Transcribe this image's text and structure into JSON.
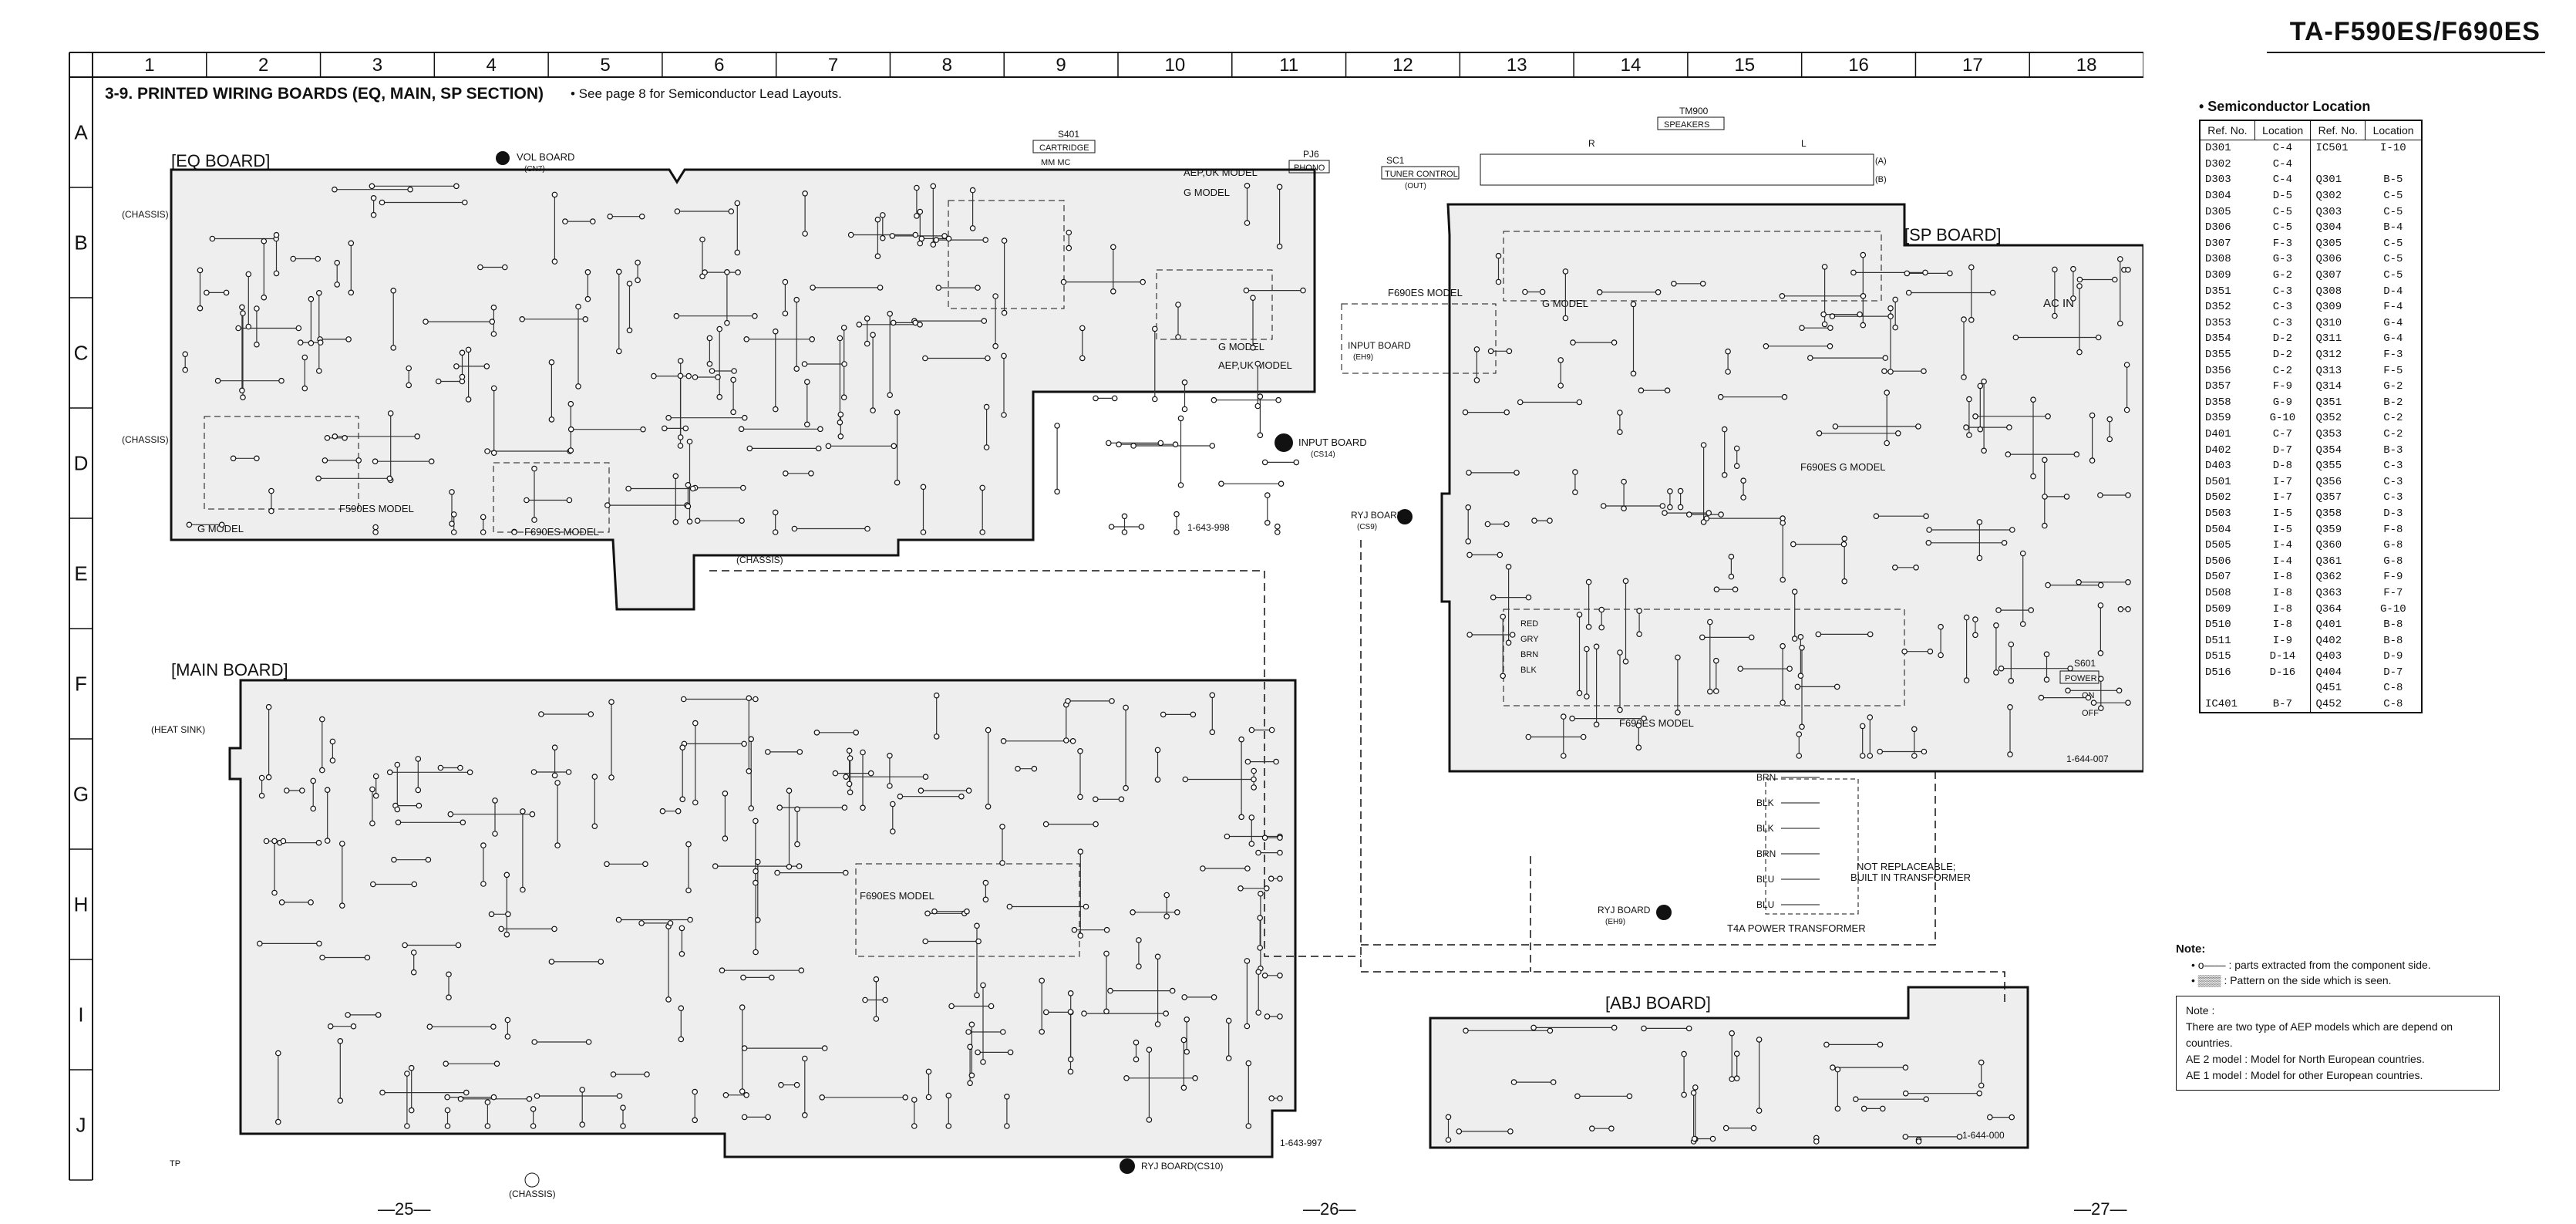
{
  "header": {
    "model_title": "TA-F590ES/F690ES",
    "section_title": "3-9.  PRINTED  WIRING BOARDS (EQ, MAIN, SP  SECTION)",
    "section_note": "•  See page 8 for Semiconductor Lead Layouts."
  },
  "grid": {
    "columns": [
      "1",
      "2",
      "3",
      "4",
      "5",
      "6",
      "7",
      "8",
      "9",
      "10",
      "11",
      "12",
      "13",
      "14",
      "15",
      "16",
      "17",
      "18"
    ],
    "rows": [
      "A",
      "B",
      "C",
      "D",
      "E",
      "F",
      "G",
      "H",
      "I",
      "J"
    ]
  },
  "boards": {
    "eq": "[EQ BOARD]",
    "main": "[MAIN BOARD]",
    "sp": "[SP BOARD]",
    "abj": "[ABJ BOARD]"
  },
  "labels": {
    "vol_board": "VOL BOARD",
    "vol_board_sub": "(CN7)",
    "cartridge_ref": "S401",
    "cartridge": "CARTRIDGE",
    "cartridge_mm_mc": "MM     MC",
    "phono_ref": "PJ6",
    "phono": "PHONO",
    "tuner_ref": "SC1",
    "tuner": "TUNER CONTROL",
    "tuner_sub": "(OUT)",
    "speakers_ref": "TM900",
    "speakers": "SPEAKERS",
    "spk_r": "R",
    "spk_l": "L",
    "spk_a": "(A)",
    "spk_b": "(B)",
    "aep_uk_model": "AEP,UK MODEL",
    "g_model": "G MODEL",
    "aep_uk_model2": "AEP,UK MODEL",
    "g_model2": "G MODEL",
    "input_board_d": "INPUT BOARD",
    "input_board_d_sub": "(CS14)",
    "input_board_sp": "INPUT BOARD",
    "input_board_sp_sub": "(EH9)",
    "f690es_model": "F690ES MODEL",
    "f590es_model_eq": "F590ES MODEL",
    "f690es_model_eq": "F690ES MODEL",
    "g_model_eq": "G MODEL",
    "chassis_eq1": "(CHASSIS)",
    "chassis_eq2": "(CHASSIS)",
    "chassis_mid": "(CHASSIS)",
    "chassis_bottom": "(CHASSIS)",
    "heat_sink": "(HEAT SINK)",
    "ryj_board_sp": "RYJ BOARD",
    "ryj_board_sp_sub": "(CS9)",
    "ryj_board_main": "RYJ BOARD",
    "ryj_board_main_sub": "(EH9)",
    "ryj_board_bottom": "RYJ BOARD(CS10)",
    "ac_in": "AC IN",
    "power_ref": "S601",
    "power": "POWER",
    "power_on": "ON",
    "power_off": "OFF",
    "f690es_g_model": "F690ES G MODEL",
    "f690es_model_sp": "F690ES MODEL",
    "f690es_model_main": "F690ES MODEL",
    "g_model_sp": "G MODEL",
    "not_replaceable": "NOT REPLACEABLE;",
    "built_in_transformer": "BUILT IN TRANSFORMER",
    "t4a": "T4A  POWER TRANSFORMER",
    "part_eq": "1-643-998",
    "part_main": "1-643-997",
    "part_sp": "1-644-007",
    "part_abj": "1-644-000",
    "tp": "TP"
  },
  "wire_colors": [
    "BRN",
    "BLK",
    "BLK",
    "BRN",
    "BLU",
    "BLU"
  ],
  "vh2_colors": [
    "RED",
    "GRY",
    "BRN",
    "BLK"
  ],
  "semiconductor_location": {
    "title": "•  Semiconductor Location",
    "headers": [
      "Ref. No.",
      "Location",
      "Ref. No.",
      "Location"
    ],
    "rows": [
      [
        "D301",
        "C-4",
        "IC501",
        "I-10"
      ],
      [
        "D302",
        "C-4",
        "",
        ""
      ],
      [
        "D303",
        "C-4",
        "Q301",
        "B-5"
      ],
      [
        "D304",
        "D-5",
        "Q302",
        "C-5"
      ],
      [
        "D305",
        "C-5",
        "Q303",
        "C-5"
      ],
      [
        "D306",
        "C-5",
        "Q304",
        "B-4"
      ],
      [
        "D307",
        "F-3",
        "Q305",
        "C-5"
      ],
      [
        "D308",
        "G-3",
        "Q306",
        "C-5"
      ],
      [
        "D309",
        "G-2",
        "Q307",
        "C-5"
      ],
      [
        "D351",
        "C-3",
        "Q308",
        "D-4"
      ],
      [
        "D352",
        "C-3",
        "Q309",
        "F-4"
      ],
      [
        "D353",
        "C-3",
        "Q310",
        "G-4"
      ],
      [
        "D354",
        "D-2",
        "Q311",
        "G-4"
      ],
      [
        "D355",
        "D-2",
        "Q312",
        "F-3"
      ],
      [
        "D356",
        "C-2",
        "Q313",
        "F-5"
      ],
      [
        "D357",
        "F-9",
        "Q314",
        "G-2"
      ],
      [
        "D358",
        "G-9",
        "Q351",
        "B-2"
      ],
      [
        "D359",
        "G-10",
        "Q352",
        "C-2"
      ],
      [
        "D401",
        "C-7",
        "Q353",
        "C-2"
      ],
      [
        "D402",
        "D-7",
        "Q354",
        "B-3"
      ],
      [
        "D403",
        "D-8",
        "Q355",
        "C-3"
      ],
      [
        "D501",
        "I-7",
        "Q356",
        "C-3"
      ],
      [
        "D502",
        "I-7",
        "Q357",
        "C-3"
      ],
      [
        "D503",
        "I-5",
        "Q358",
        "D-3"
      ],
      [
        "D504",
        "I-5",
        "Q359",
        "F-8"
      ],
      [
        "D505",
        "I-4",
        "Q360",
        "G-8"
      ],
      [
        "D506",
        "I-4",
        "Q361",
        "G-8"
      ],
      [
        "D507",
        "I-8",
        "Q362",
        "F-9"
      ],
      [
        "D508",
        "I-8",
        "Q363",
        "F-7"
      ],
      [
        "D509",
        "I-8",
        "Q364",
        "G-10"
      ],
      [
        "D510",
        "I-8",
        "Q401",
        "B-8"
      ],
      [
        "D511",
        "I-9",
        "Q402",
        "B-8"
      ],
      [
        "D515",
        "D-14",
        "Q403",
        "D-9"
      ],
      [
        "D516",
        "D-16",
        "Q404",
        "D-7"
      ],
      [
        "",
        "",
        "Q451",
        "C-8"
      ],
      [
        "IC401",
        "B-7",
        "Q452",
        "C-8"
      ]
    ]
  },
  "notes": {
    "heading": "Note:",
    "line1": "•  o—— : parts extracted from the component side.",
    "line2": "•  ▒▒▒ : Pattern on the side which is seen.",
    "box_heading": "Note :",
    "box_line1": "There are two type of AEP models which are depend on countries.",
    "box_line2": "AE 2 model :  Model for North European countries.",
    "box_line3": "AE 1 model :  Model for other European countries."
  },
  "page_numbers": [
    "—25—",
    "—26—",
    "—27—"
  ]
}
